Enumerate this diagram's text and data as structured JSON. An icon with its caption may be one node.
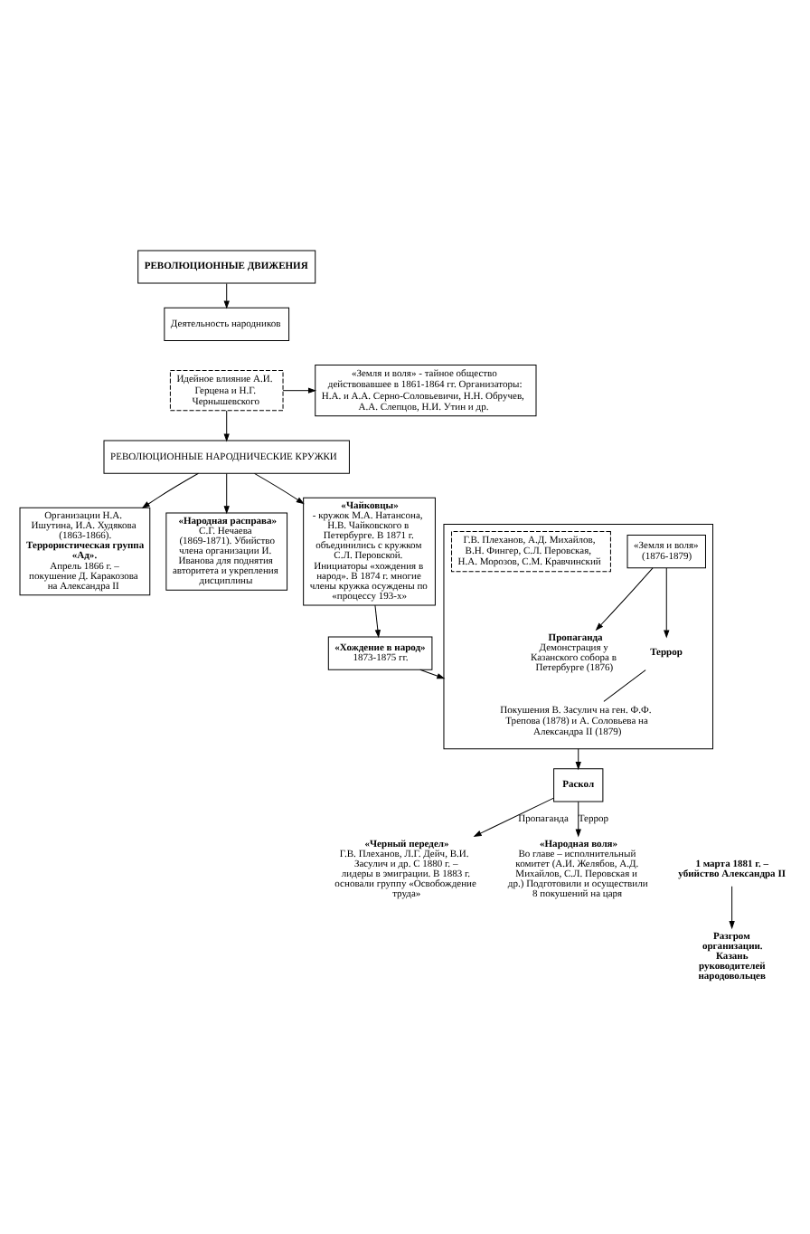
{
  "diagram": {
    "nodes": [
      {
        "text": [
          "РЕВОЛЮЦИОННЫЕ ДВИЖЕНИЯ"
        ]
      },
      {
        "text": [
          "Деятельность народников"
        ]
      },
      {
        "text": [
          "Идейное влияние А.И. Герцена и Н.Г. Чернышевского"
        ]
      },
      {
        "text": [
          "«Земля и воля» - тайное общество действовавшее в 1861-1864 гг. Организаторы: Н.А. и А.А. Серно-Соловьевичи, Н.Н. Обручев, А.А. Слепцов, Н.И. Утин и др."
        ]
      },
      {
        "text": [
          "РЕВОЛЮЦИОННЫЕ НАРОДНИЧЕСКИЕ КРУЖКИ"
        ]
      },
      {
        "text": [
          "Организации Н.А. Ишутина, И.А. Худякова (1863-1866).",
          "Террористическая группа «Ад».",
          "Апрель 1866 г. – покушение Д. Каракозова на Александра II"
        ]
      },
      {
        "text": [
          "«Народная расправа»",
          "С.Г. Нечаева (1869-1871). Убийство члена организации И. Иванова для поднятия авторитета и укрепления дисциплины"
        ]
      },
      {
        "text": [
          "«Чайковцы»",
          "- кружок М.А. Натансона, Н.В. Чайковского в Петербурге. В 1871 г. объединились с кружком С.Л. Перовской. Инициаторы «хождения в народ». В 1874 г. многие члены кружка осуждены по «процессу 193-х»"
        ]
      },
      {
        "text": [],
        "shape": "box"
      },
      {
        "text": [
          "«Земля и воля» (1876-1879)"
        ],
        "in": 8
      },
      {
        "text": [
          "Г.В. Плеханов, А.Д. Михайлов, В.Н. Фингер, С.Л. Перовская, Н.А. Морозов, С.М. Кравчинский"
        ],
        "in": 8
      },
      {
        "text": [
          "Пропаганда",
          "Демонстрация у Казанского собора в Петербурге (1876)"
        ],
        "in": 8
      },
      {
        "text": [
          "Террор"
        ],
        "in": 8
      },
      {
        "text": [
          "Покушения В. Засулич на ген. Ф.Ф. Трепова (1878) и А. Соловьева на Александра II (1879)"
        ],
        "in": 8
      },
      {
        "text": [
          "«Хождение в народ»",
          "1873-1875 гг."
        ]
      },
      {
        "text": [
          "Раскол"
        ]
      },
      {
        "text": [
          "«Черный передел»",
          "Г.В. Плеханов, Л.Г. Дейч, В.И. Засулич и др. С 1880 г. – лидеры в эмиграции. В 1883 г. основали группу «Освобождение труда»"
        ]
      },
      {
        "text": [
          "«Народная воля»",
          "Во главе – исполнительный комитет (А.И. Желябов, А.Д. Михайлов, С.Л. Перовская и др.) Подготовили и осуществили 8 покушений на царя"
        ]
      },
      {
        "text": [
          "Разгром организации. Казань руководителей народовольцев"
        ]
      },
      {
        "text": [
          "1 марта 1881 г. – убийство Александра II"
        ]
      }
    ],
    "edges": [
      {
        "from": 0,
        "to": 1,
        "arrow": "to"
      },
      {
        "from": 2,
        "to": 3,
        "arrow": "to"
      },
      {
        "from": 2,
        "to": 4,
        "arrow": "to"
      },
      {
        "from": 4,
        "to": 5,
        "arrow": "to"
      },
      {
        "from": 4,
        "to": 6,
        "arrow": "to"
      },
      {
        "from": 4,
        "to": 7,
        "arrow": "to"
      },
      {
        "from": 7,
        "to": 14,
        "arrow": "to"
      },
      {
        "from": 14,
        "to": 8,
        "arrow": "to"
      },
      {
        "from": 9,
        "to": 11,
        "arrow": "to"
      },
      {
        "from": 9,
        "to": 12,
        "arrow": "to"
      },
      {
        "from": 12,
        "to": 13,
        "arrow": "none"
      },
      {
        "from": 8,
        "to": 15,
        "arrow": "to"
      },
      {
        "from": 15,
        "to": 16,
        "arrow": "to",
        "label": "Пропаганда"
      },
      {
        "from": 15,
        "to": 17,
        "arrow": "to",
        "label": "Террор"
      },
      {
        "from": 19,
        "to": 18,
        "arrow": "to"
      }
    ]
  }
}
